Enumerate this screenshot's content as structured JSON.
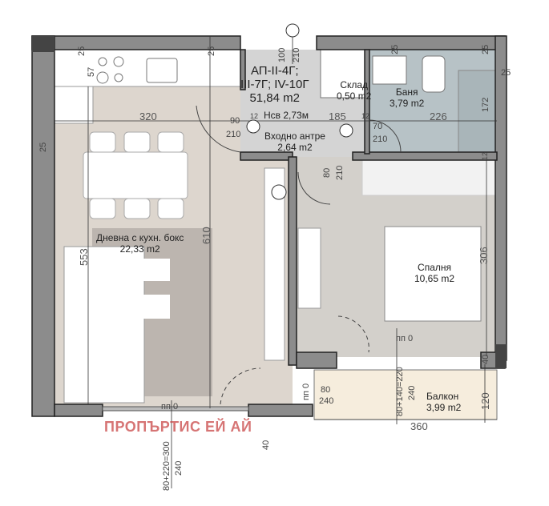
{
  "apartment": {
    "code_line1": "АП-II-4Г;",
    "code_line2": "III-7Г; IV-10Г",
    "area": "51,84 m2",
    "height": "Нсв 2,73м"
  },
  "rooms": [
    {
      "name": "Дневна с кухн. бокс",
      "area": "22,33 m2"
    },
    {
      "name": "Входно антре",
      "area": "2,64 m2"
    },
    {
      "name": "Склад",
      "area": "0,50 m2"
    },
    {
      "name": "Баня",
      "area": "3,79 m2"
    },
    {
      "name": "Спалня",
      "area": "10,65 m2"
    },
    {
      "name": "Балкон",
      "area": "3,99 m2"
    }
  ],
  "dimensions": {
    "living_width": "320",
    "hall_width": "185",
    "bath_width": "226",
    "living_height": "610",
    "living_inner": "553",
    "bedroom_height": "306",
    "balcony_width": "360",
    "balcony_depth": "120",
    "wall_25a": "25",
    "wall_25b": "25",
    "wall_25c": "25",
    "wall_25d": "25",
    "wall_25e": "25",
    "wall_25f": "25",
    "wall_12a": "12",
    "wall_12b": "12",
    "wall_12c": "12",
    "wall_40a": "40",
    "wall_40b": "40",
    "shower_172": "172",
    "kitchen_57": "57"
  },
  "doors": {
    "entry_w": "100",
    "entry_h": "210",
    "living_w": "90",
    "living_h": "210",
    "bath_w": "70",
    "bath_h": "210",
    "bed_w": "80",
    "bed_h": "210",
    "balcony_door_w": "80",
    "balcony_door_h": "240"
  },
  "windows": {
    "bed_window": "80+140=220",
    "bed_window_h": "240",
    "living_window": "80+220=300",
    "living_window_h": "240"
  },
  "floor_levels": {
    "bed": "пп 0",
    "balcony": "пп 0",
    "living": "пп 0"
  },
  "watermark": "ПРОПЪРТИС ЕЙ АЙ",
  "colors": {
    "living": "#ddd6ce",
    "hall": "#d4d4d4",
    "bath": "#b7c2c6",
    "bedroom": "#d3d0cb",
    "balcony": "#f6eddd",
    "rug": "#bcb5af",
    "wall": "#5a5a5a"
  }
}
